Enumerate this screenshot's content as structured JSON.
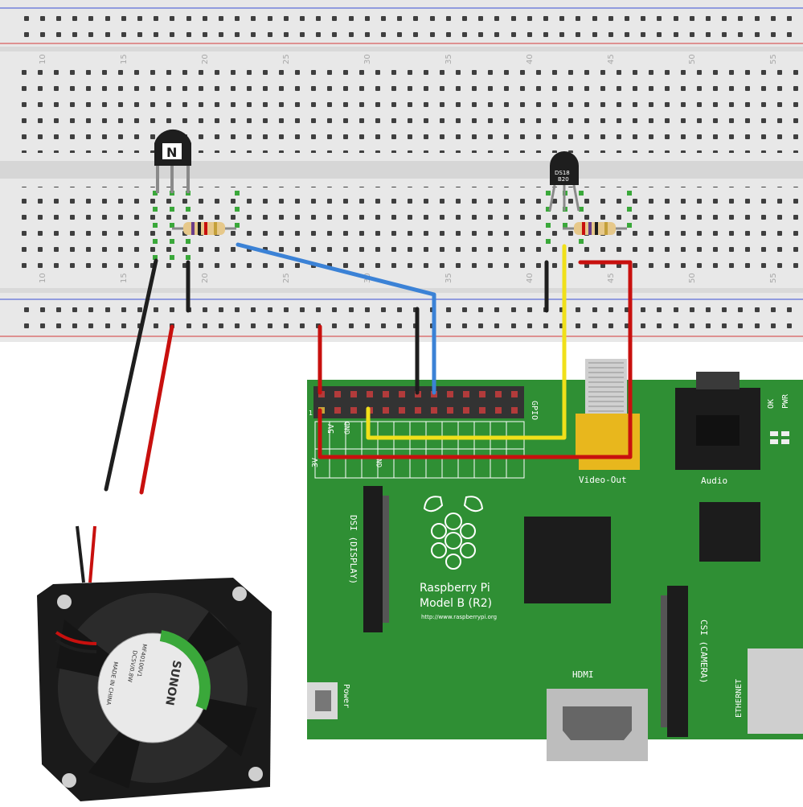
{
  "breadboard": {
    "column_numbers": [
      "10",
      "15",
      "20",
      "25",
      "30",
      "35",
      "40",
      "45",
      "50",
      "55"
    ]
  },
  "components": {
    "transistor_label": "N",
    "sensor_label_line1": "DS18",
    "sensor_label_line2": "B20"
  },
  "raspberry_pi": {
    "name_line1": "Raspberry Pi",
    "name_line2": "Model B (R2)",
    "url": "http://www.raspberrypi.org",
    "gpio_label": "GPIO",
    "pin_one_label": "1",
    "header_labels_top": [
      "5V",
      "GND"
    ],
    "header_labels_bottom": [
      "3V",
      "GN"
    ],
    "video_out_label": "Video-Out",
    "audio_label": "Audio",
    "ok_label": "OK",
    "pwr_label": "PWR",
    "dsi_label": "DSI (DISPLAY)",
    "csi_label": "CSI (CAMERA)",
    "hdmi_label": "HDMI",
    "ethernet_label": "ETHERNET",
    "power_label": "Power"
  },
  "fan": {
    "brand": "SUNON",
    "series": "MF40100V1",
    "rating": "DC5V/0.8W",
    "origin": "MADE IN CHINA"
  },
  "colors": {
    "wire_blue": "#3b82d6",
    "wire_red": "#c8100e",
    "wire_black": "#1e1e1e",
    "wire_yellow": "#f0e01a",
    "pcb_green": "#2f8f34",
    "breadboard": "#e6e6e6",
    "rail_red": "#d33a3a",
    "rail_blue": "#3a4fd3"
  }
}
